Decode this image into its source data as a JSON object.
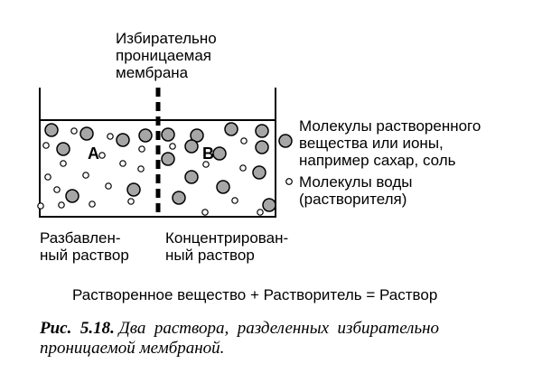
{
  "membrane_label": [
    "Избирательно",
    "проницаемая",
    "мембрана"
  ],
  "compartment_a_label": "A",
  "compartment_b_label": "B",
  "legend": {
    "solute_label": [
      "Молекулы растворенного",
      "вещества или ионы,",
      "например сахар, соль"
    ],
    "water_label": [
      "Молекулы воды",
      "(растворителя)"
    ]
  },
  "dilute_label": [
    "Разбавлен-",
    "ный раствор"
  ],
  "concentrated_label": [
    "Концентрирован-",
    "ный раствор"
  ],
  "equation": "Растворенное вещество + Растворитель = Раствор",
  "caption": {
    "prefix": "Рис.  5.18.",
    "text": "Два  раствора,  разделенных  избирательно",
    "text2": "проницаемой мембраной."
  },
  "colors": {
    "solute_fill": "#a6a6a6",
    "stroke": "#000000"
  }
}
